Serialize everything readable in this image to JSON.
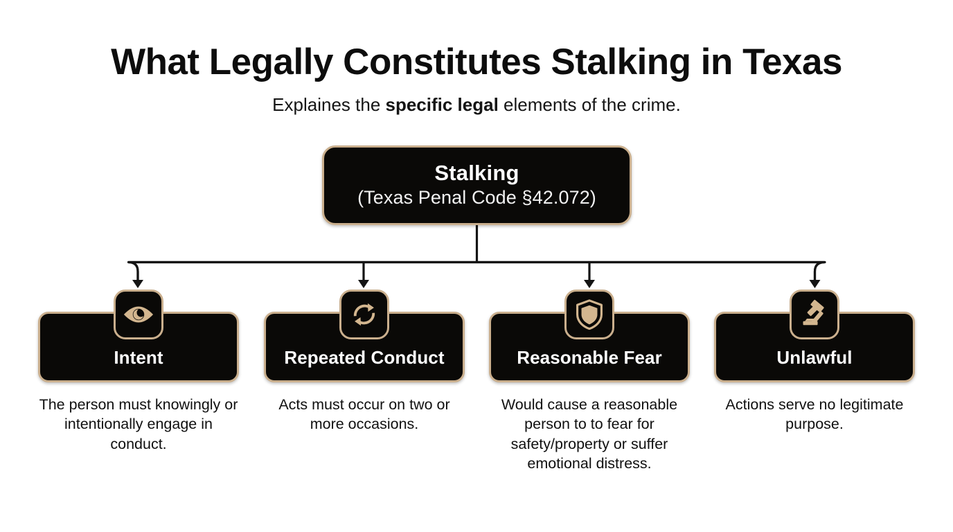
{
  "header": {
    "title": "What Legally Constitutes Stalking in Texas",
    "subtitle_before": "Explaines the ",
    "subtitle_strong": "specific legal",
    "subtitle_after": " elements of the crime."
  },
  "root": {
    "title": "Stalking",
    "citation": "(Texas Penal Code §42.072)"
  },
  "nodes": [
    {
      "icon": "eye-icon",
      "label": "Intent",
      "description": "The person must knowingly or intentionally engage in conduct."
    },
    {
      "icon": "refresh-cycle-icon",
      "label": "Repeated Conduct",
      "description": "Acts must occur on two or more occasions."
    },
    {
      "icon": "shield-icon",
      "label": "Reasonable Fear",
      "description": "Would cause a reasonable person to to fear for safety/property or suffer emotional distress."
    },
    {
      "icon": "gavel-icon",
      "label": "Unlawful",
      "description": "Actions serve no legitimate purpose."
    }
  ],
  "colors": {
    "background": "#ffffff",
    "box_fill": "#0a0907",
    "accent_border": "#caaf8d",
    "icon_tan": "#d3b68f",
    "text_dark": "#111111",
    "text_light": "#ffffff",
    "connector": "#141414"
  }
}
